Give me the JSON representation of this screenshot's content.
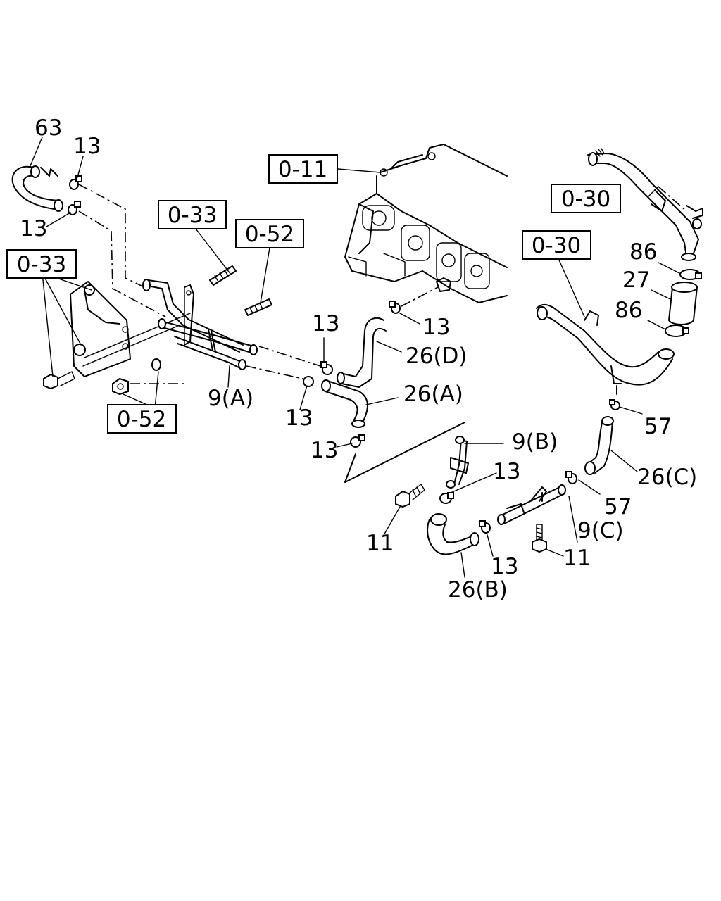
{
  "boxed_refs": {
    "r011": "0-11",
    "r033a": "0-33",
    "r052a": "0-52",
    "r033b": "0-33",
    "r052b": "0-52",
    "r030a": "0-30",
    "r030b": "0-30"
  },
  "callouts": {
    "c63": "63",
    "c13a": "13",
    "c13b": "13",
    "c13c": "13",
    "c13d": "13",
    "c13e": "13",
    "c13f": "13",
    "c13g": "13",
    "c13h": "13",
    "c26d": "26(D)",
    "c26a": "26(A)",
    "c26b": "26(B)",
    "c26c": "26(C)",
    "c9a": "9(A)",
    "c9b": "9(B)",
    "c9c": "9(C)",
    "c11a": "11",
    "c11b": "11",
    "c57a": "57",
    "c57b": "57",
    "c86a": "86",
    "c86b": "86",
    "c27": "27"
  }
}
